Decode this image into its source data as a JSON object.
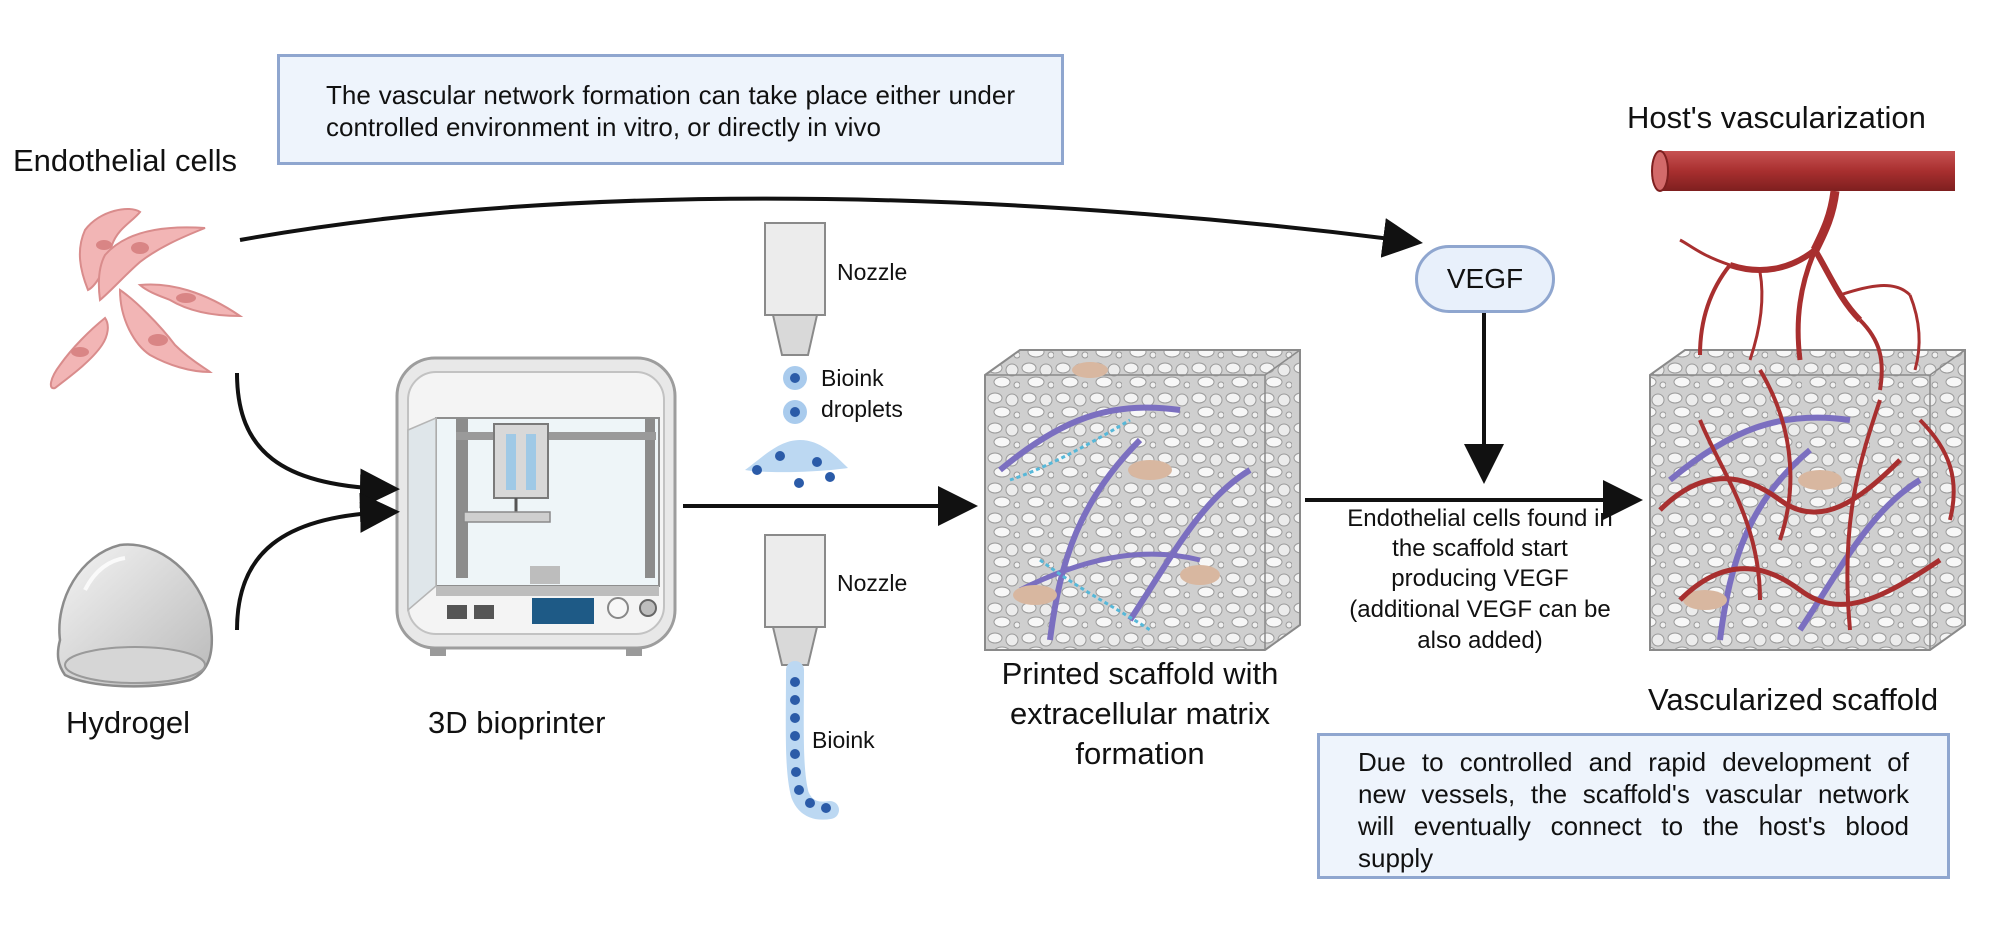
{
  "top_note": "The vascular network formation can take place either under controlled environment in vitro, or directly in vivo",
  "bottom_note": "Due to controlled and rapid development of new vessels, the scaffold's vascular network will eventually connect to the host's blood supply",
  "labels": {
    "endothelial_cells": "Endothelial cells",
    "hydrogel": "Hydrogel",
    "bioprinter": "3D bioprinter",
    "nozzle_top": "Nozzle",
    "bioink_droplets_line1": "Bioink",
    "bioink_droplets_line2": "droplets",
    "nozzle_bottom": "Nozzle",
    "bioink": "Bioink",
    "printed_scaffold_line1": "Printed scaffold with",
    "printed_scaffold_line2": "extracellular matrix",
    "printed_scaffold_line3": "formation",
    "vegf": "VEGF",
    "vegf_note_line1": "Endothelial cells found in",
    "vegf_note_line2": "the scaffold start",
    "vegf_note_line3": "producing VEGF",
    "vegf_note_line4": "(additional VEGF can be",
    "vegf_note_line5": "also added)",
    "host_vascularization": "Host's vascularization",
    "vascularized_scaffold": "Vascularized scaffold"
  },
  "colors": {
    "note_fill": "#eef4fc",
    "note_border": "#8fa6cf",
    "cell_fill": "#f2b5b5",
    "vessel_red": "#a82f2f",
    "arrow": "#111111",
    "bioink_blue": "#2b5ba8",
    "scaffold_gray": "#d9d9d9"
  }
}
